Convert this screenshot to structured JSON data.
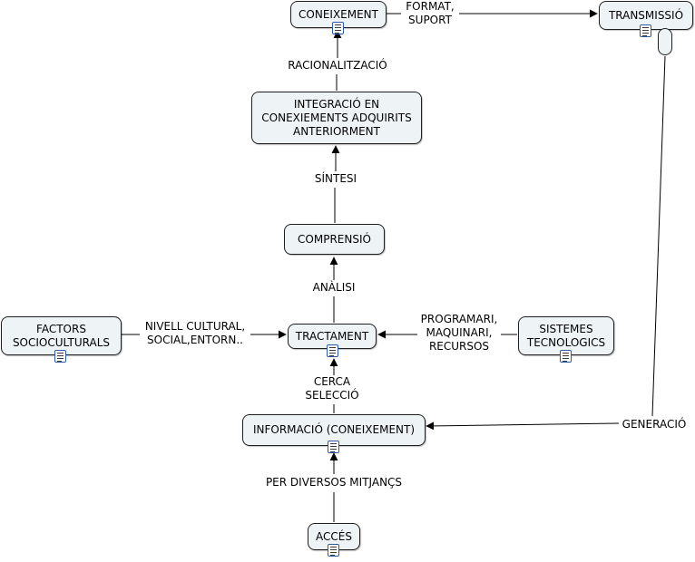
{
  "nodes": {
    "coneixement": "CONEIXEMENT",
    "transmissio": "TRANSMISSIÓ",
    "integracio": "INTEGRACIÓ EN\nCONEXIEMENTS ADQUIRITS\nANTERIORMENT",
    "comprensio": "COMPRENSIÓ",
    "factors": "FACTORS\nSOCIOCULTURALS",
    "tractament": "TRACTAMENT",
    "sistemes": "SISTEMES\nTECNOLOGICS",
    "informacio": "INFORMACIÓ (CONEIXEMENT)",
    "acces": "ACCÉS"
  },
  "links": {
    "format_suport": "FORMAT,\nSUPORT",
    "racionalitzacio": "RACIONALITZACIÓ",
    "sintesi": "SÍNTESI",
    "analisi": "ANÀLISI",
    "nivell_cultural": "NIVELL CULTURAL,\nSOCIAL,ENTORN..",
    "programari": "PROGRAMARI,\nMAQUINARI,\nRECURSOS",
    "cerca_seleccio": "CERCA\nSELECCIÓ",
    "generacio": "GENERACIÓ",
    "per_diversos": "PER DIVERSOS MITJANÇS"
  },
  "icons": {
    "resource": "document-icon"
  },
  "colors": {
    "node_fill": "#eef3f6",
    "node_border": "#1f1f1f",
    "icon_border": "#2a5aa8"
  }
}
